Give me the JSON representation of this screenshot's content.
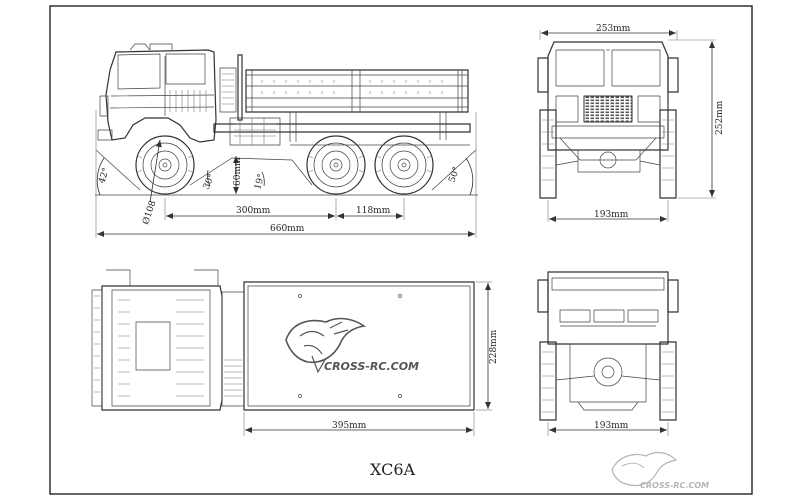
{
  "model": "XC6A",
  "brand": "CROSS-RC.COM",
  "watermark": "CROSS-RC.COM",
  "side_view": {
    "angles": {
      "approach": "42°",
      "front_breakover": "30°",
      "rear_breakover": "19°",
      "departure": "50°"
    },
    "dims": {
      "clearance": "60mm",
      "wheel_diameter": "Ø108",
      "front_to_mid_axle": "300mm",
      "axle_spacing": "118mm",
      "overall_length": "660mm"
    }
  },
  "front_view": {
    "dims": {
      "width": "253mm",
      "height": "252mm",
      "track": "193mm"
    }
  },
  "top_view": {
    "dims": {
      "bed_width": "228mm",
      "bed_length": "395mm"
    }
  },
  "rear_view": {
    "dims": {
      "track": "193mm"
    }
  }
}
